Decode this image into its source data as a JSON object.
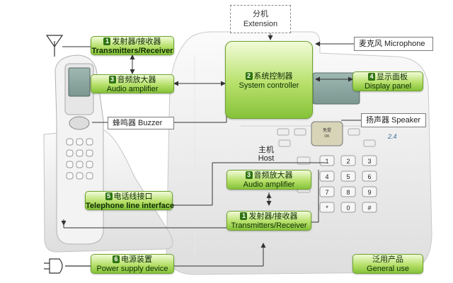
{
  "top": {
    "cn": "分机",
    "en": "Extension"
  },
  "handset_boxes": {
    "transmitter": {
      "num": "1",
      "cn": "发射器/接收器",
      "en": "Transmitters/Receiver"
    },
    "audio_amp": {
      "num": "3",
      "cn": "音频放大器",
      "en": "Audio amplifier"
    },
    "buzzer": {
      "text": "蜂鸣器 Buzzer"
    },
    "line_interface": {
      "num": "5",
      "cn": "电话线接口",
      "en": "Telephone line interface"
    },
    "power": {
      "num": "6",
      "cn": "电源装置",
      "en": "Power supply device"
    }
  },
  "center_boxes": {
    "system_controller": {
      "num": "2",
      "cn": "系统控制器",
      "en": "System controller"
    },
    "audio_amp": {
      "num": "3",
      "cn": "音频放大器",
      "en": "Audio amplifier"
    },
    "transmitter": {
      "num": "1",
      "cn": "发射器/接收器",
      "en": "Transmitters/Receiver"
    }
  },
  "right_boxes": {
    "microphone": {
      "text": "麦克风 Microphone"
    },
    "display_panel": {
      "num": "4",
      "cn": "显示面板",
      "en": "Display panel"
    },
    "speaker": {
      "text": "扬声器 Speaker"
    },
    "general_use": {
      "cn": "泛用产品",
      "en": "General use"
    }
  },
  "host": {
    "cn": "主机",
    "en": "Host"
  },
  "colors": {
    "green_dark": "#2f7410",
    "green_mid": "#86c23a",
    "green_light": "#f1fbd8",
    "line": "#333333"
  }
}
